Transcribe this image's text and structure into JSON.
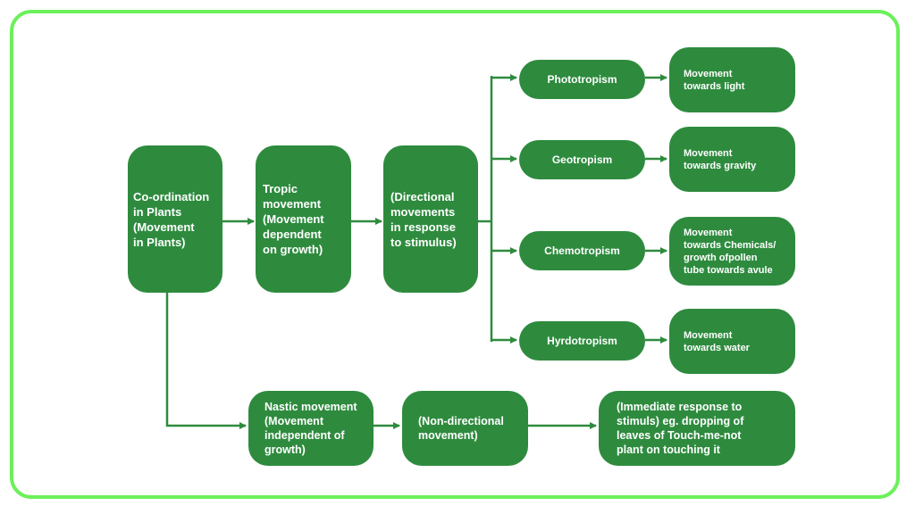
{
  "diagram": {
    "root": {
      "label": "Co-ordination\nin Plants\n(Movement\nin Plants)"
    },
    "tropic": {
      "label": "Tropic\nmovement\n(Movement\ndependent\non growth)",
      "directional": "(Directional\nmovements\nin response\nto stimulus)",
      "types": [
        {
          "name": "Phototropism",
          "description": "Movement\ntowards light"
        },
        {
          "name": "Geotropism",
          "description": "Movement\ntowards gravity"
        },
        {
          "name": "Chemotropism",
          "description": "Movement\ntowards Chemicals/\ngrowth ofpollen\ntube towards avule"
        },
        {
          "name": "Hyrdotropism",
          "description": "Movement\ntowards water"
        }
      ]
    },
    "nastic": {
      "label": "Nastic movement\n(Movement\nindependent of\ngrowth)",
      "non_directional": "(Non-directional\nmovement)",
      "example": "(Immediate response to\nstimuls) eg. dropping of\nleaves of Touch-me-not\nplant on touching it"
    }
  },
  "colors": {
    "box_fill": "#2e8b3e",
    "text": "#ffffff",
    "connector": "#2e8b3e",
    "frame_border": "#6cf05a"
  }
}
